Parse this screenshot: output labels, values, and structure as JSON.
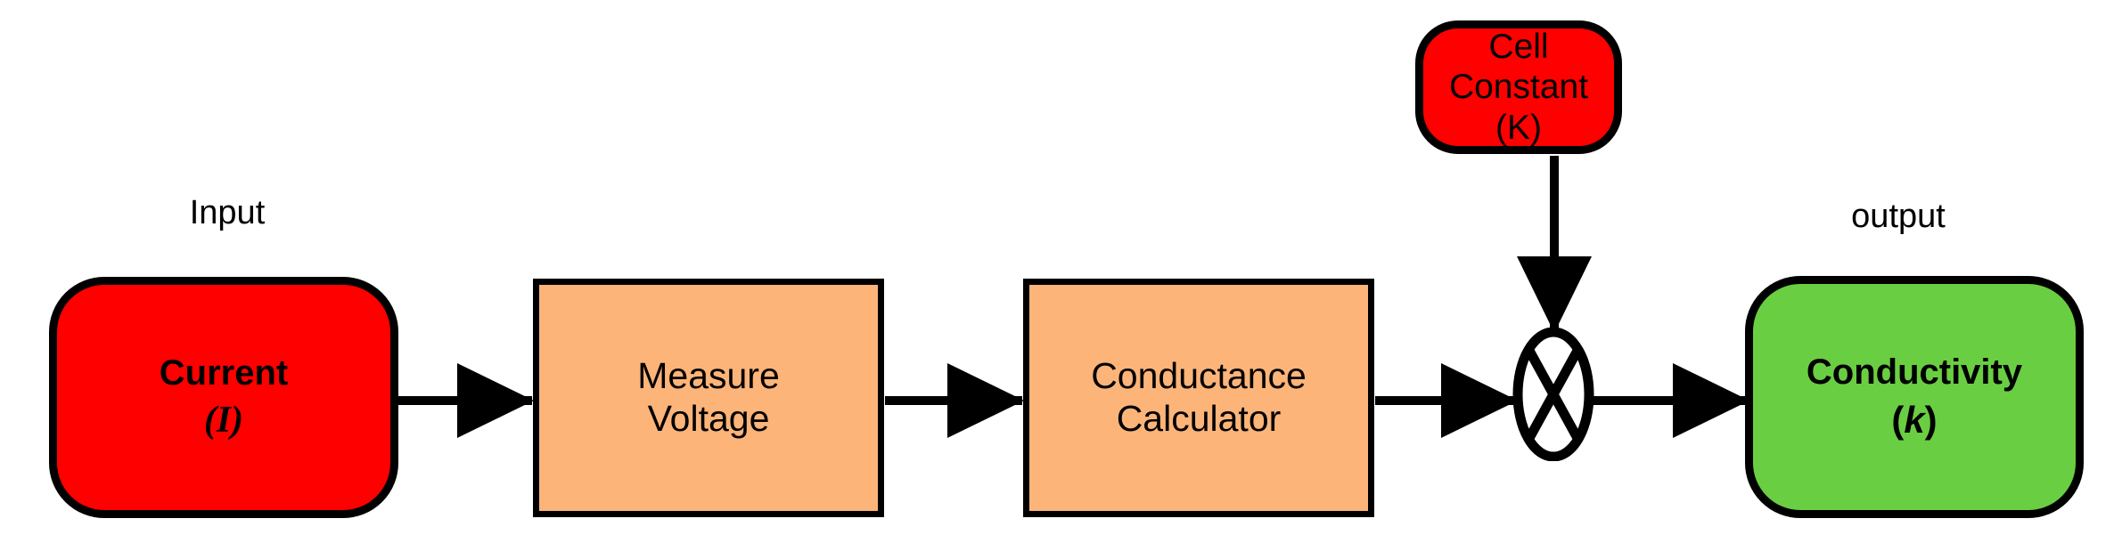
{
  "diagram": {
    "title": "Conductivity measurement signal flow",
    "background_color": "#FFFFFF",
    "stroke_color": "#000000",
    "palette": {
      "input_red": "#FF0000",
      "process_orange": "#FCB479",
      "output_green": "#6ACE42",
      "stroke": "#000000"
    },
    "labels": {
      "input": "Input",
      "output": "output"
    },
    "nodes": {
      "current": {
        "name": "Current",
        "line1": "Current",
        "line2": "(I)",
        "symbol": "I",
        "shape": "rounded-rectangle",
        "fill": "#FF0000",
        "role": "input"
      },
      "measure_voltage": {
        "line1": "Measure",
        "line2": "Voltage",
        "shape": "rectangle",
        "fill": "#FCB479",
        "role": "process"
      },
      "conductance_calculator": {
        "line1": "Conductance",
        "line2": "Calculator",
        "shape": "rectangle",
        "fill": "#FCB479",
        "role": "process"
      },
      "cell_constant": {
        "line1": "Cell",
        "line2": "Constant",
        "line3": "(K)",
        "symbol": "K",
        "shape": "rounded-rectangle",
        "fill": "#FF0000",
        "role": "parameter"
      },
      "multiplier": {
        "glyph": "x",
        "shape": "ellipse-with-cross",
        "fill": "#FFFFFF",
        "role": "operator-multiply"
      },
      "conductivity": {
        "line1": "Conductivity",
        "line2_open": "(",
        "line2_symbol": "k",
        "line2_close": ")",
        "shape": "rounded-rectangle",
        "fill": "#6ACE42",
        "role": "output"
      }
    },
    "connections": [
      {
        "name": "current-to-measure-voltage",
        "from": "current",
        "to": "measure_voltage",
        "direction": "right"
      },
      {
        "name": "measure-voltage-to-conductance",
        "from": "measure_voltage",
        "to": "conductance_calculator",
        "direction": "right"
      },
      {
        "name": "conductance-to-multiplier",
        "from": "conductance_calculator",
        "to": "multiplier",
        "direction": "right"
      },
      {
        "name": "cell-constant-to-multiplier",
        "from": "cell_constant",
        "to": "multiplier",
        "direction": "down"
      },
      {
        "name": "multiplier-to-conductivity",
        "from": "multiplier",
        "to": "conductivity",
        "direction": "right"
      }
    ]
  }
}
